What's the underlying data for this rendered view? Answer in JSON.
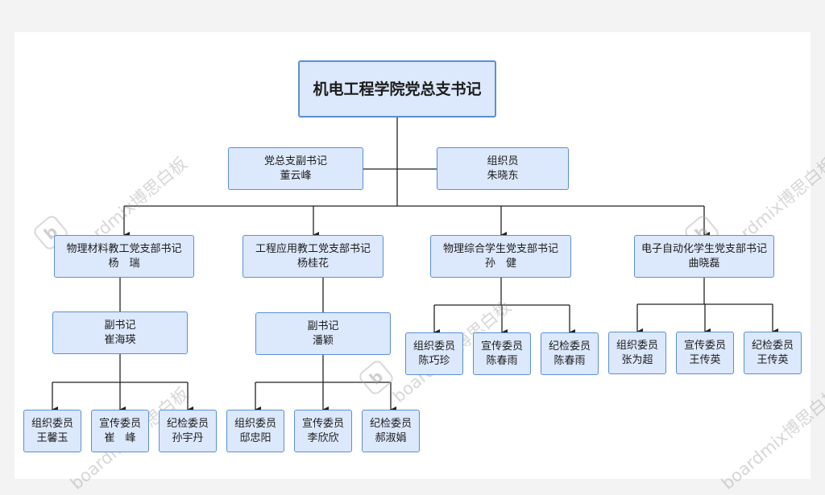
{
  "colors": {
    "node_fill": "#dce8fb",
    "node_border": "#5b8fd6",
    "connector": "#222222"
  },
  "watermark": "boardmix博思白板",
  "root": {
    "title": "机电工程学院党总支书记"
  },
  "deputy": {
    "role": "党总支副书记",
    "name": "董云峰"
  },
  "organizer": {
    "role": "组织员",
    "name": "朱晓东"
  },
  "branches": [
    {
      "role": "物理材料教工党支部书记",
      "name": "杨　瑞",
      "deputy": {
        "role": "副书记",
        "name": "崔海瑛"
      },
      "members": [
        {
          "role": "组织委员",
          "name": "王馨玉"
        },
        {
          "role": "宣传委员",
          "name": "崔　峰"
        },
        {
          "role": "纪检委员",
          "name": "孙宇丹"
        }
      ]
    },
    {
      "role": "工程应用教工党支部书记",
      "name": "杨桂花",
      "deputy": {
        "role": "副书记",
        "name": "潘颖"
      },
      "members": [
        {
          "role": "组织委员",
          "name": "邸忠阳"
        },
        {
          "role": "宣传委员",
          "name": "李欣欣"
        },
        {
          "role": "纪检委员",
          "name": "郝淑娟"
        }
      ]
    },
    {
      "role": "物理综合学生党支部书记",
      "name": "孙　健",
      "members": [
        {
          "role": "组织委员",
          "name": "陈巧珍"
        },
        {
          "role": "宣传委员",
          "name": "陈春雨"
        },
        {
          "role": "纪检委员",
          "name": "陈春雨"
        }
      ]
    },
    {
      "role": "电子自动化学生党支部书记",
      "name": "曲晓磊",
      "members": [
        {
          "role": "组织委员",
          "name": "张为超"
        },
        {
          "role": "宣传委员",
          "name": "王传英"
        },
        {
          "role": "纪检委员",
          "name": "王传英"
        }
      ]
    }
  ]
}
